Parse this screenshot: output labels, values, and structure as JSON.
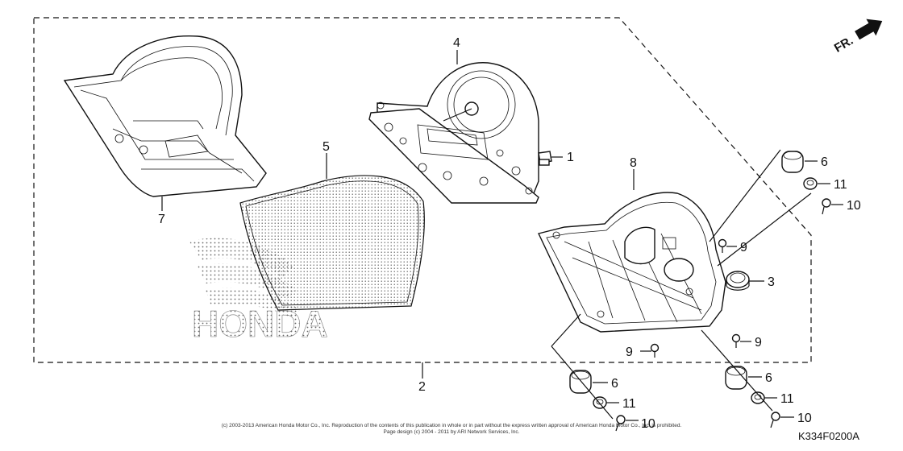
{
  "diagram": {
    "orientation": "FR.",
    "drawing_code": "K334F0200A",
    "watermark": "HONDA",
    "copyright_line1": "(c) 2003-2013 American Honda Motor Co., Inc. Reproduction of the contents of this publication in whole or in part without the express written approval of American Honda Motor Co., Inc. is prohibited.",
    "copyright_line2": "Page design (c) 2004 - 2011 by ARI Network Services, Inc.",
    "callouts": {
      "c1": "1",
      "c2": "2",
      "c3": "3",
      "c4": "4",
      "c5": "5",
      "c6a": "6",
      "c6b": "6",
      "c6c": "6",
      "c7": "7",
      "c8": "8",
      "c9a": "9",
      "c9b": "9",
      "c9c": "9",
      "c10a": "10",
      "c10b": "10",
      "c10c": "10",
      "c11a": "11",
      "c11b": "11",
      "c11c": "11"
    }
  }
}
